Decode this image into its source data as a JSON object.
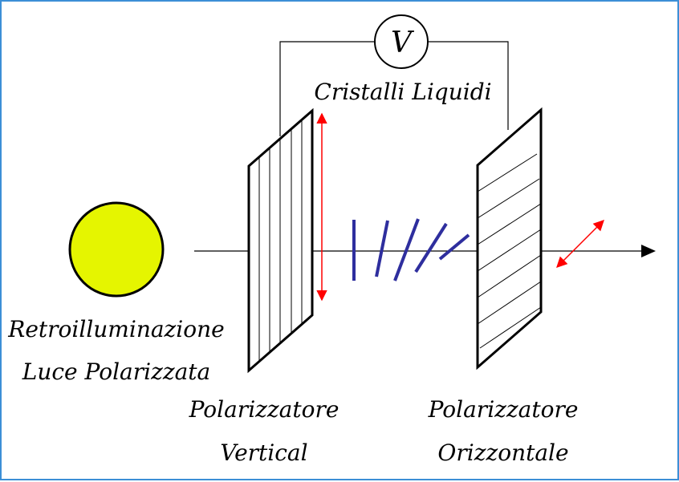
{
  "meter": {
    "symbol": "V"
  },
  "labels": {
    "crystals": "Cristalli Liquidi",
    "backlight": "Retroilluminazione",
    "polarized_light": "Luce Polarizzata",
    "polarizer_left_line1": "Polarizzatore",
    "polarizer_left_line2": "Vertical",
    "polarizer_right_line1": "Polarizzatore",
    "polarizer_right_line2": "Orizzontale"
  },
  "colors": {
    "frame_border": "#3c8fd6",
    "light_source_fill": "#e5f500",
    "polarization_arrow": "#ff0000",
    "crystal_molecules": "#2e2e9e",
    "lines": "#000000"
  },
  "icons": {
    "light_source": "filled-circle",
    "voltmeter": "circle-with-V",
    "axis_arrowhead": "triangle-right"
  }
}
